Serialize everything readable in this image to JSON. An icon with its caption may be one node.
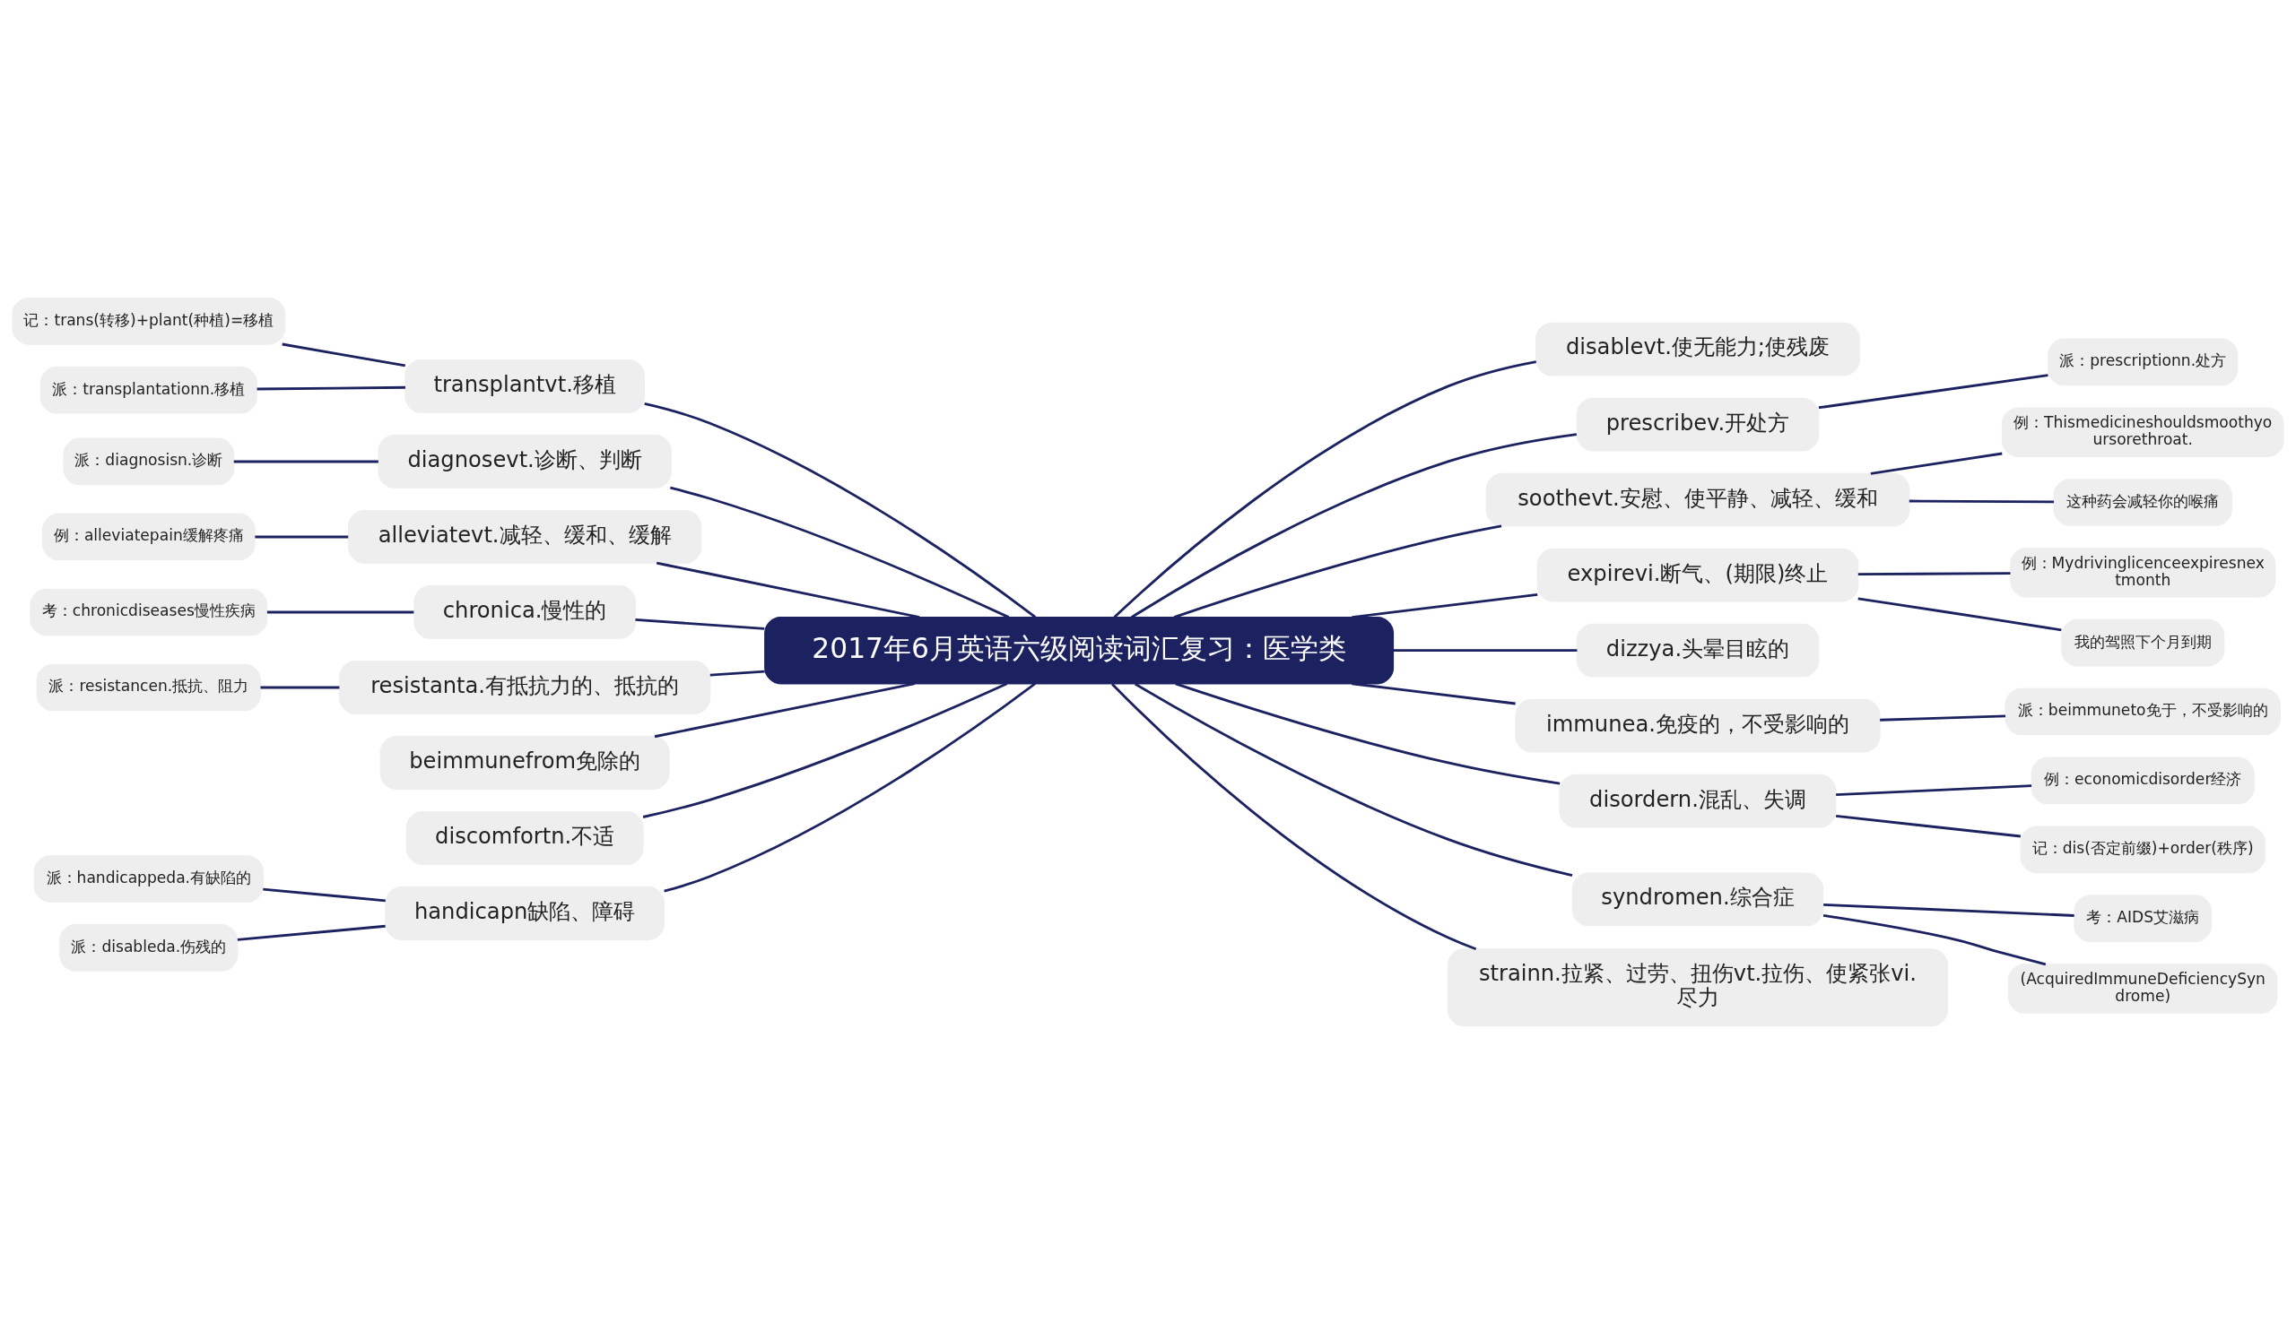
{
  "diagram": {
    "nodes": [
      {
        "text": [
          "2017年6月英语六级阅读词汇复习：医学类"
        ]
      },
      {
        "text": [
          "transplantvt.移植"
        ]
      },
      {
        "text": [
          "记：trans(转移)+plant(种植)=移植"
        ]
      },
      {
        "text": [
          "派：transplantationn.移植"
        ]
      },
      {
        "text": [
          "diagnosevt.诊断、判断"
        ]
      },
      {
        "text": [
          "派：diagnosisn.诊断"
        ]
      },
      {
        "text": [
          "alleviatevt.减轻、缓和、缓解"
        ]
      },
      {
        "text": [
          "例：alleviatepain缓解疼痛"
        ]
      },
      {
        "text": [
          "chronica.慢性的"
        ]
      },
      {
        "text": [
          "考：chronicdiseases慢性疾病"
        ]
      },
      {
        "text": [
          "resistanta.有抵抗力的、抵抗的"
        ]
      },
      {
        "text": [
          "派：resistancen.抵抗、阻力"
        ]
      },
      {
        "text": [
          "beimmunefrom免除的"
        ]
      },
      {
        "text": [
          "discomfortn.不适"
        ]
      },
      {
        "text": [
          "handicapn缺陷、障碍"
        ]
      },
      {
        "text": [
          "派：handicappeda.有缺陷的"
        ]
      },
      {
        "text": [
          "派：disableda.伤残的"
        ]
      },
      {
        "text": [
          "disablevt.使无能力;使残废"
        ]
      },
      {
        "text": [
          "prescribev.开处方"
        ]
      },
      {
        "text": [
          "派：prescriptionn.处方"
        ]
      },
      {
        "text": [
          "soothevt.安慰、使平静、减轻、缓和"
        ]
      },
      {
        "text": [
          "例：Thismedicineshouldsmoothyoursorethroat."
        ]
      },
      {
        "text": [
          "这种药会减轻你的喉痛"
        ]
      },
      {
        "text": [
          "expirevi.断气、(期限)终止"
        ]
      },
      {
        "text": [
          "例：Mydrivinglicenceexpiresnextmonth"
        ]
      },
      {
        "text": [
          "我的驾照下个月到期"
        ]
      },
      {
        "text": [
          "dizzya.头晕目眩的"
        ]
      },
      {
        "text": [
          "immunea.免疫的，不受影响的"
        ]
      },
      {
        "text": [
          "派：beimmuneto免于，不受影响的"
        ]
      },
      {
        "text": [
          "disordern.混乱、失调"
        ]
      },
      {
        "text": [
          "例：economicdisorder经济"
        ]
      },
      {
        "text": [
          "记：dis(否定前缀)+order(秩序)"
        ]
      },
      {
        "text": [
          "syndromen.综合症"
        ]
      },
      {
        "text": [
          "考：AIDS艾滋病"
        ]
      },
      {
        "text": [
          "(AcquiredImmuneDeficiencySyndrome)"
        ]
      },
      {
        "text": [
          "strainn.拉紧、过劳、扭伤vt.拉伤、使紧张vi.尽力"
        ]
      }
    ],
    "edges": [
      {
        "from": 0,
        "to": 1,
        "arrow": "none"
      },
      {
        "from": 1,
        "to": 2,
        "arrow": "none"
      },
      {
        "from": 1,
        "to": 3,
        "arrow": "none"
      },
      {
        "from": 0,
        "to": 4,
        "arrow": "none"
      },
      {
        "from": 4,
        "to": 5,
        "arrow": "none"
      },
      {
        "from": 0,
        "to": 6,
        "arrow": "none"
      },
      {
        "from": 6,
        "to": 7,
        "arrow": "none"
      },
      {
        "from": 0,
        "to": 8,
        "arrow": "none"
      },
      {
        "from": 8,
        "to": 9,
        "arrow": "none"
      },
      {
        "from": 0,
        "to": 10,
        "arrow": "none"
      },
      {
        "from": 10,
        "to": 11,
        "arrow": "none"
      },
      {
        "from": 0,
        "to": 12,
        "arrow": "none"
      },
      {
        "from": 0,
        "to": 13,
        "arrow": "none"
      },
      {
        "from": 0,
        "to": 14,
        "arrow": "none"
      },
      {
        "from": 14,
        "to": 15,
        "arrow": "none"
      },
      {
        "from": 14,
        "to": 16,
        "arrow": "none"
      },
      {
        "from": 0,
        "to": 17,
        "arrow": "none"
      },
      {
        "from": 0,
        "to": 18,
        "arrow": "none"
      },
      {
        "from": 18,
        "to": 19,
        "arrow": "none"
      },
      {
        "from": 0,
        "to": 20,
        "arrow": "none"
      },
      {
        "from": 20,
        "to": 21,
        "arrow": "none"
      },
      {
        "from": 20,
        "to": 22,
        "arrow": "none"
      },
      {
        "from": 0,
        "to": 23,
        "arrow": "none"
      },
      {
        "from": 23,
        "to": 24,
        "arrow": "none"
      },
      {
        "from": 23,
        "to": 25,
        "arrow": "none"
      },
      {
        "from": 0,
        "to": 26,
        "arrow": "none"
      },
      {
        "from": 0,
        "to": 27,
        "arrow": "none"
      },
      {
        "from": 27,
        "to": 28,
        "arrow": "none"
      },
      {
        "from": 0,
        "to": 29,
        "arrow": "none"
      },
      {
        "from": 29,
        "to": 30,
        "arrow": "none"
      },
      {
        "from": 29,
        "to": 31,
        "arrow": "none"
      },
      {
        "from": 0,
        "to": 32,
        "arrow": "none"
      },
      {
        "from": 32,
        "to": 33,
        "arrow": "none"
      },
      {
        "from": 32,
        "to": 34,
        "arrow": "none"
      },
      {
        "from": 0,
        "to": 35,
        "arrow": "none"
      }
    ]
  }
}
